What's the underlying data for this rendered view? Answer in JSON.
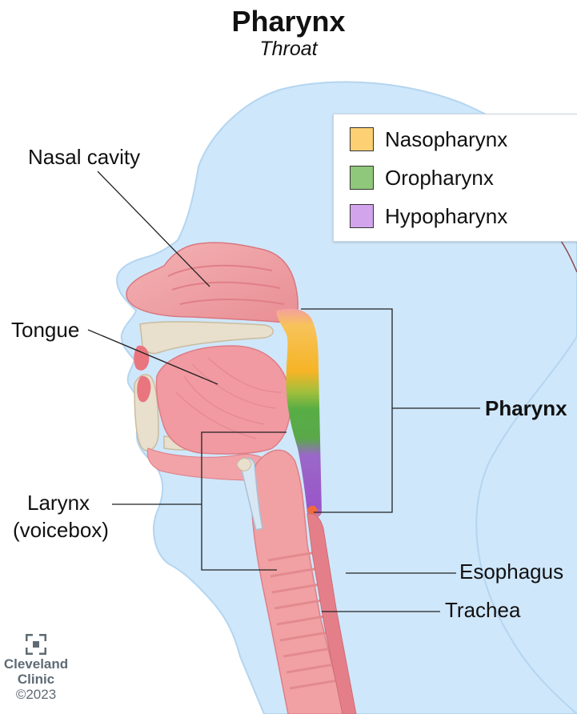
{
  "title": "Pharynx",
  "subtitle": "Throat",
  "legend": {
    "items": [
      {
        "label": "Nasopharynx",
        "color": "#fcd073"
      },
      {
        "label": "Oropharynx",
        "color": "#8fc77b"
      },
      {
        "label": "Hypopharynx",
        "color": "#d2a4ec"
      }
    ]
  },
  "labels": {
    "nasal_cavity": "Nasal cavity",
    "tongue": "Tongue",
    "pharynx": "Pharynx",
    "larynx": "Larynx",
    "larynx_sub": "(voicebox)",
    "esophagus": "Esophagus",
    "trachea": "Trachea"
  },
  "logo": {
    "name_line1": "Cleveland",
    "name_line2": "Clinic",
    "copyright": "©2023"
  },
  "colors": {
    "skin": "#cfe7fb",
    "skin_outline": "#b7d6ef",
    "tissue": "#f2a3a8",
    "bone": "#e8dfcc",
    "nasopharynx": "#f7b82a",
    "oropharynx": "#63b04a",
    "hypopharynx": "#9a55c9"
  }
}
